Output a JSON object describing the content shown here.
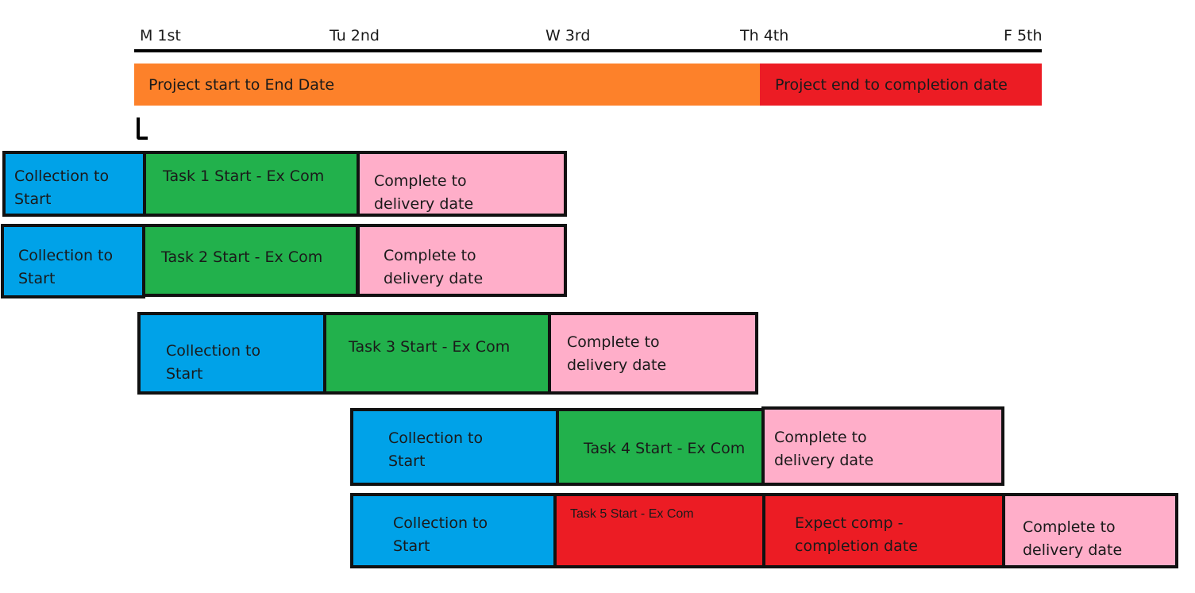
{
  "timeline": {
    "days": [
      "M 1st",
      "Tu 2nd",
      "W 3rd",
      "Th 4th",
      "F 5th"
    ],
    "project_bar": {
      "start_to_end": "Project start to End Date",
      "end_to_completion": "Project end to completion date"
    }
  },
  "colors": {
    "project": "#FD812A",
    "overrun": "#EC1C24",
    "collection": "#00A2E8",
    "task": "#22B14C",
    "delivery": "#FFAEC9"
  },
  "tasks": [
    {
      "collection": "Collection to\nStart",
      "task": "Task 1 Start - Ex Com",
      "delivery": "Complete to\ndelivery date"
    },
    {
      "collection": "Collection to\nStart",
      "task": "Task 2 Start - Ex Com",
      "delivery": "Complete to\ndelivery date"
    },
    {
      "collection": "Collection to\nStart",
      "task": "Task 3 Start - Ex Com",
      "delivery": "Complete to\ndelivery date"
    },
    {
      "collection": "Collection to\nStart",
      "task": "Task 4 Start - Ex Com",
      "delivery": "Complete to\ndelivery date"
    },
    {
      "collection": "Collection to\nStart",
      "task": "Task 5 Start - Ex Com",
      "expect": "Expect comp -\ncompletion date",
      "delivery": "Complete to\ndelivery date"
    }
  ]
}
